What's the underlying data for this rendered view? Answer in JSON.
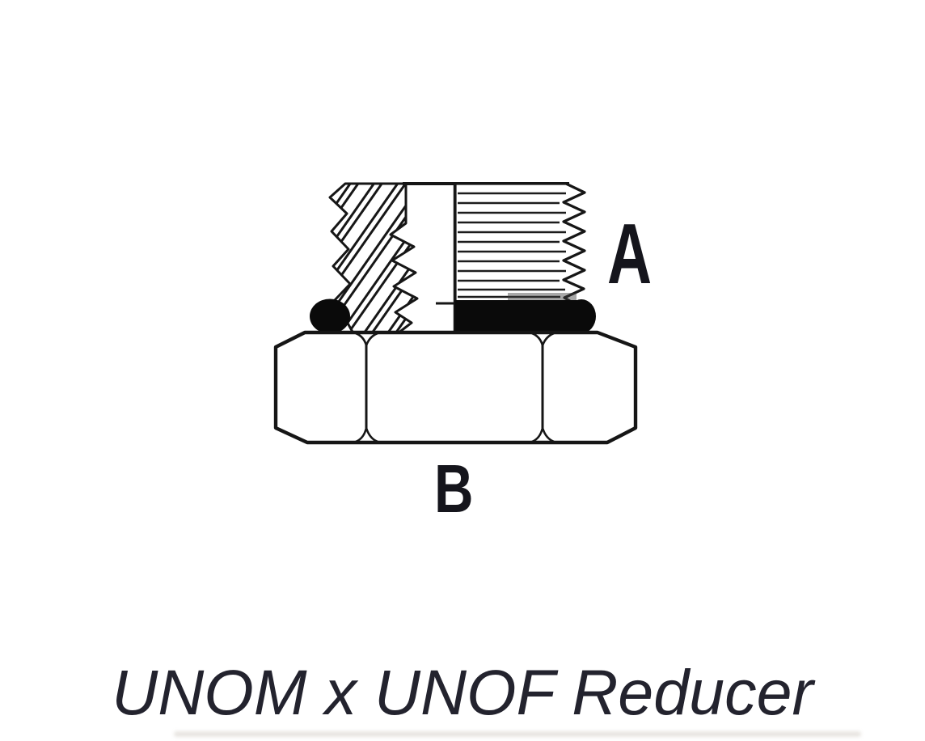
{
  "diagram": {
    "caption": "UNOM x UNOF Reducer",
    "labels": {
      "thread_a": "A",
      "port_b": "B"
    },
    "colors": {
      "ink": "#161616",
      "seal": "#0a0a0a",
      "label_text": "#15151c",
      "caption_text": "#23232e",
      "background": "#ffffff"
    },
    "parts": [
      "male-thread-sectioned-hatch",
      "male-thread-external",
      "o-ring-seal-left",
      "o-ring-seal-band-right",
      "hex-body"
    ]
  }
}
